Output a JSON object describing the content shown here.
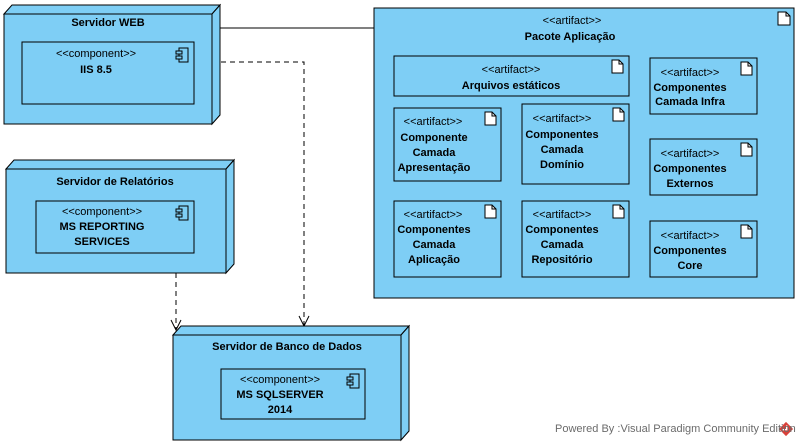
{
  "nodes": {
    "web": {
      "title": "Servidor WEB",
      "component": {
        "stereotype": "<<component>>",
        "name": "IIS 8.5"
      }
    },
    "reports": {
      "title": "Servidor de Relatórios",
      "component": {
        "stereotype": "<<component>>",
        "name_line1": "MS REPORTING",
        "name_line2": "SERVICES"
      }
    },
    "db": {
      "title": "Servidor de Banco de Dados",
      "component": {
        "stereotype": "<<component>>",
        "name_line1": "MS SQLSERVER",
        "name_line2": "2014"
      }
    }
  },
  "package": {
    "stereotype": "<<artifact>>",
    "title": "Pacote Aplicação",
    "artifacts": {
      "arquivos": {
        "stereotype": "<<artifact>>",
        "lines": [
          "Arquivos estáticos"
        ]
      },
      "apresentacao": {
        "stereotype": "<<artifact>>",
        "lines": [
          "Componente",
          "Camada",
          "Apresentação"
        ]
      },
      "dominio": {
        "stereotype": "<<artifact>>",
        "lines": [
          "Componentes",
          "Camada",
          "Domínio"
        ]
      },
      "aplicacao": {
        "stereotype": "<<artifact>>",
        "lines": [
          "Componentes",
          "Camada",
          "Aplicação"
        ]
      },
      "repositorio": {
        "stereotype": "<<artifact>>",
        "lines": [
          "Componentes",
          "Camada",
          "Repositório"
        ]
      },
      "infra": {
        "stereotype": "<<artifact>>",
        "lines": [
          "Componentes",
          "Camada Infra"
        ]
      },
      "externos": {
        "stereotype": "<<artifact>>",
        "lines": [
          "Componentes",
          "Externos"
        ]
      },
      "core": {
        "stereotype": "<<artifact>>",
        "lines": [
          "Componentes",
          "Core"
        ]
      }
    }
  },
  "watermark": {
    "prefix": "Powered By",
    "product": "Visual Paradigm Community Edition"
  },
  "colors": {
    "fill": "#7ecef5",
    "stroke": "#000000",
    "logo": "#d9413a"
  }
}
